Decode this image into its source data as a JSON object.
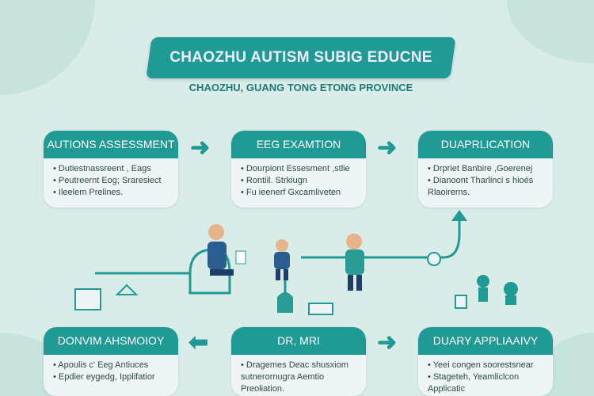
{
  "title": "CHAOZHU AUTISM SUBIG EDUCNE",
  "subtitle": "CHAOZHU, GUANG TONG ETONG PROVINCE",
  "colors": {
    "accent": "#1f9a94",
    "background": "#d9ece8",
    "card": "#eef5f4"
  },
  "cards_top": [
    {
      "title": "AUTIONS ASSESSMENT",
      "items": [
        "• Dutiestnassreent , Eags",
        "• Peutreernt Eog; Sraresiect",
        "• Ileelem Prelines."
      ]
    },
    {
      "title": "EEG EXAMTION",
      "items": [
        "• Dourpiont Essesment ,stlie",
        "• Rontiil. Strkiugn",
        "• Fu ieenerf Gxcamliveten"
      ]
    },
    {
      "title": "DUAPRLICATION",
      "items": [
        "• Drpriet Banbire ,Goerenej",
        "• Dianoont Tharlinci s hioés",
        "Rlaoirerns."
      ]
    }
  ],
  "cards_bottom": [
    {
      "title": "DONVIM AHSMOIOY",
      "items": [
        "• Apoulis c' Eeg Antiuces",
        "• Epdier eygedg, Ipplifatior"
      ]
    },
    {
      "title": "DR, MRI",
      "items": [
        "• Dragemes Deac shusxiom",
        "sutnerornugra Aemtio",
        "Preoliation."
      ]
    },
    {
      "title": "DUARY APPLIAAIVY",
      "items": [
        "• Yeei congen soorestsnear",
        "• Stageteh, Yeamliclcon",
        "Applicatic"
      ]
    }
  ],
  "arrows": {
    "right": "➜",
    "left": "⬅"
  }
}
